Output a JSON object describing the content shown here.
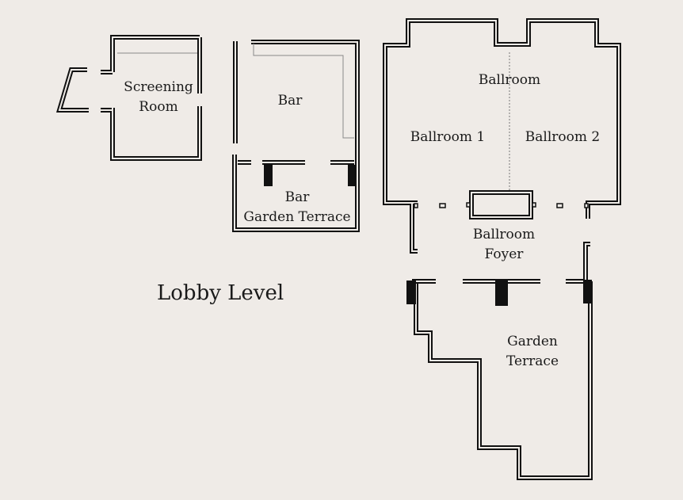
{
  "title": "Lobby Level",
  "rooms": {
    "screening": {
      "line1": "Screening",
      "line2": "Room"
    },
    "bar": {
      "name": "Bar"
    },
    "bar_terrace": {
      "line1": "Bar",
      "line2": "Garden Terrace"
    },
    "ballroom": {
      "name": "Ballroom"
    },
    "ballroom1": {
      "name": "Ballroom 1"
    },
    "ballroom2": {
      "name": "Ballroom 2"
    },
    "foyer": {
      "line1": "Ballroom",
      "line2": "Foyer"
    },
    "garden": {
      "line1": "Garden",
      "line2": "Terrace"
    }
  },
  "colors": {
    "background": "#efebe7",
    "wall": "#111111",
    "thin_line": "#8a8a8a"
  }
}
